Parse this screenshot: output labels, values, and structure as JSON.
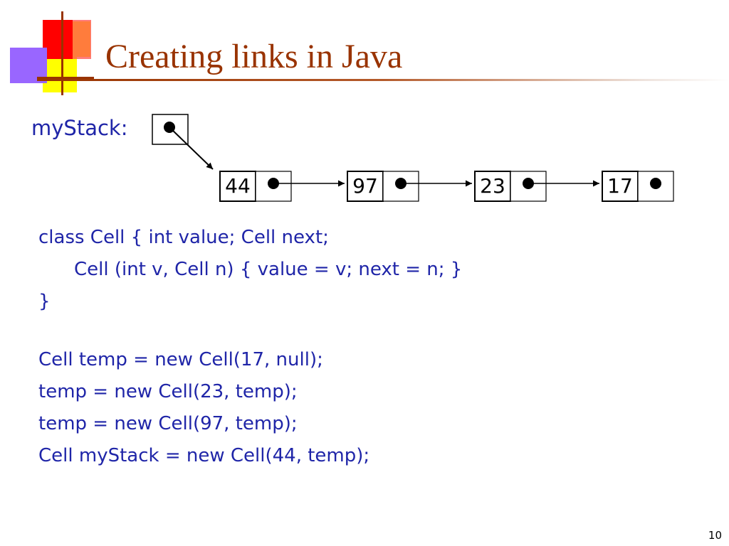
{
  "slide": {
    "title": "Creating links in Java",
    "page_number": "10"
  },
  "diagram": {
    "variable_label": "myStack:",
    "cells": [
      {
        "value": "44"
      },
      {
        "value": "97"
      },
      {
        "value": "23"
      },
      {
        "value": "17"
      }
    ]
  },
  "code": {
    "class_block": [
      "class Cell { int value; Cell next;",
      "Cell (int v, Cell n) { value = v; next = n; }",
      "}"
    ],
    "statements": [
      "Cell temp = new Cell(17, null);",
      "temp = new Cell(23, temp);",
      "temp = new Cell(97, temp);",
      "Cell myStack = new Cell(44, temp);"
    ]
  },
  "colors": {
    "title": "#993300",
    "text": "#1f25a8",
    "logo_red": "#ff0000",
    "logo_yellow": "#ffff00",
    "logo_purple": "#9966ff"
  }
}
